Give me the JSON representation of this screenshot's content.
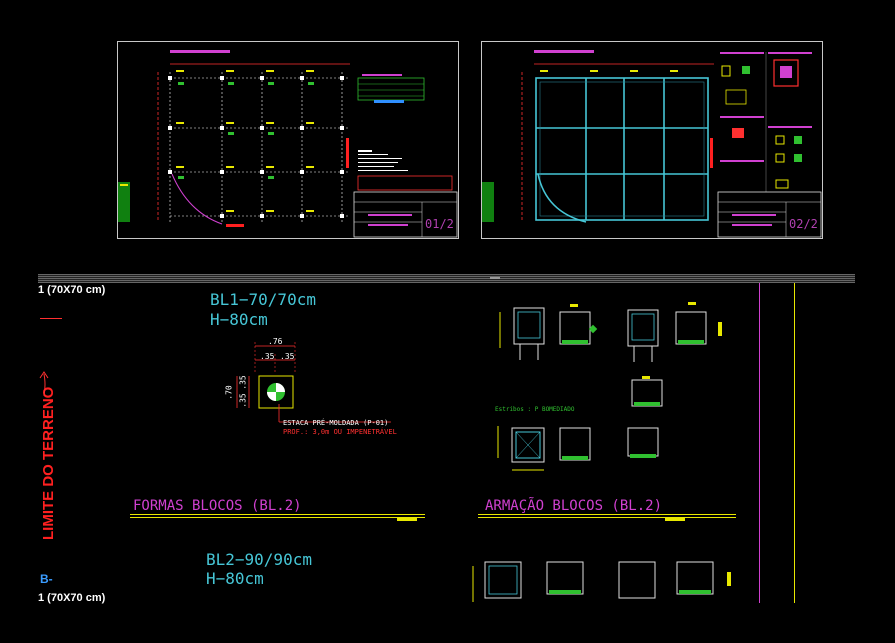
{
  "sheets": {
    "sheet1_number": "01/2",
    "sheet2_number": "02/2"
  },
  "detail": {
    "label_top": "1 (70X70 cm)",
    "label_bottom": "1 (70X70 cm)",
    "bl1_title": "BL1−70/70cm",
    "bl1_height": "H−80cm",
    "bl2_title": "BL2−90/90cm",
    "bl2_height": "H−80cm",
    "dim_76": ".76",
    "dim_35a": ".35",
    "dim_35b": ".35",
    "dim_70": ".70",
    "dim_35c": ".35",
    "dim_35d": ".35",
    "stake_note_1": "ESTACA PRÉ-MOLDADA (P-01)",
    "stake_note_2": "PROF.: 3,0m OU IMPENETRÁVEL",
    "formas_title": "FORMAS BLOCOS (BL.2)",
    "armacao_title": "ARMAÇÃO BLOCOS (BL.2)",
    "limite_terreno": "LIMITE DO TERRENO",
    "marker_b": "B-",
    "estribos_note": "Estribos : P BOMEDIADO"
  }
}
